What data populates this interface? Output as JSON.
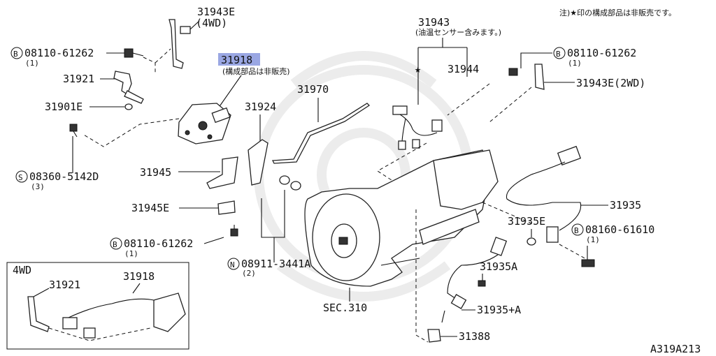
{
  "note": "注)★印の構成部品は非販売です。",
  "ref_code": "A319A213",
  "parts": {
    "p31943e_4wd": "31943E",
    "p31943e_4wd_sub": "(4WD)",
    "b_08110_top": "08110-61262",
    "b_08110_top_qty": "(1)",
    "p31918": "31918",
    "p31918_note": "(構成部品は非販売)",
    "p31921": "31921",
    "p31901e": "31901E",
    "s_08360": "08360-5142D",
    "s_08360_qty": "(3)",
    "p31924": "31924",
    "p31970": "31970",
    "p31943": "31943",
    "p31943_note": "(油温センサー含みます。)",
    "p31944": "31944",
    "b_08110_right": "08110-61262",
    "b_08110_right_qty": "(1)",
    "p31943e_2wd": "31943E(2WD)",
    "p31945": "31945",
    "p31945e": "31945E",
    "b_08110_mid": "08110-61262",
    "b_08110_mid_qty": "(1)",
    "n_08911": "08911-3441A",
    "n_08911_qty": "(2)",
    "sec310": "SEC.310",
    "p31935": "31935",
    "p31935e": "31935E",
    "b_08160": "08160-61610",
    "b_08160_qty": "(1)",
    "p31935a": "31935A",
    "p31935_a": "31935+A",
    "p31388": "31388",
    "inset_title": "4WD",
    "inset_31921": "31921",
    "inset_31918": "31918"
  },
  "symbols": {
    "bolt": "B",
    "screw": "S",
    "nut": "N",
    "star": "★"
  },
  "colors": {
    "highlight": "#9aa7e3",
    "line": "#111111",
    "watermark": "#ececec"
  }
}
